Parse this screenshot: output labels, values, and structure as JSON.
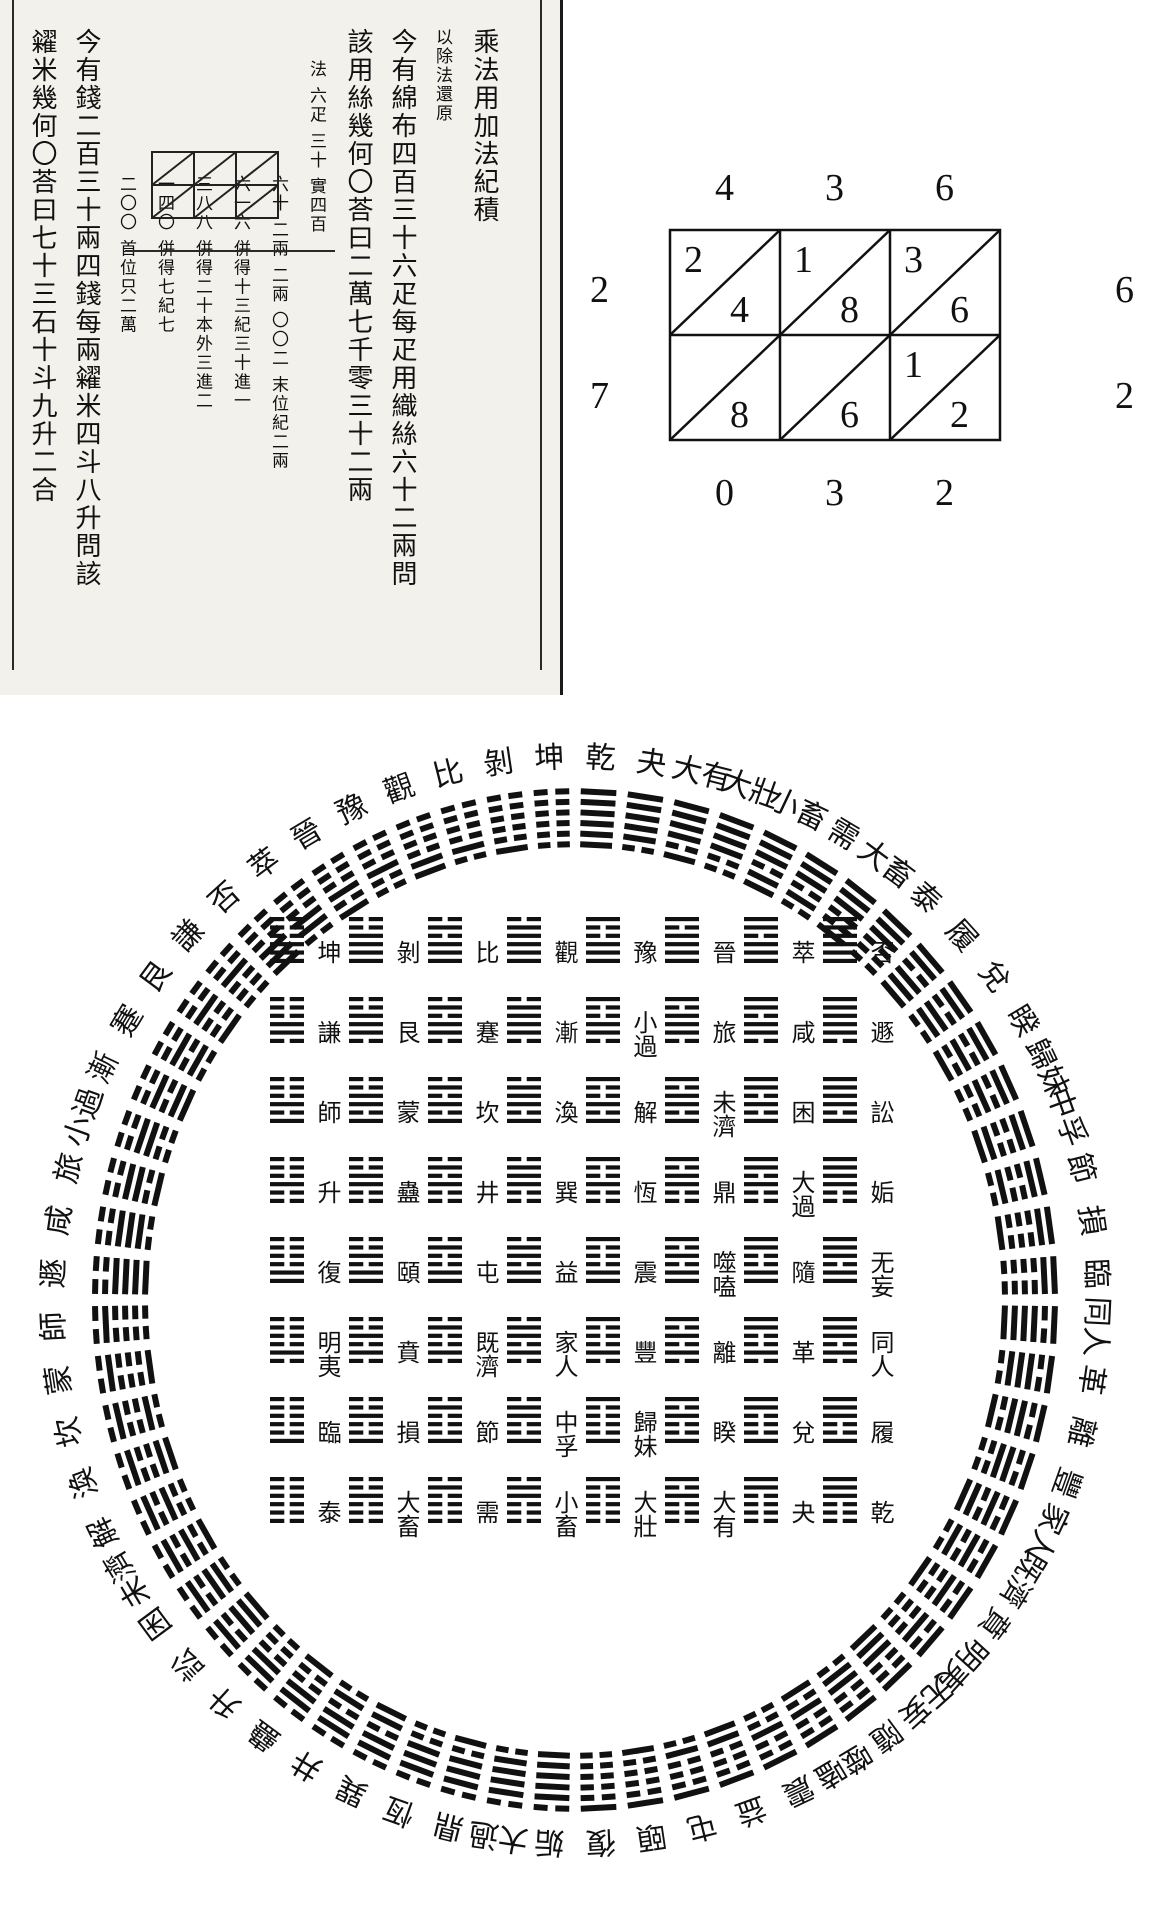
{
  "scan": {
    "columns": [
      {
        "text": "乘法用加法紀積",
        "size": "title"
      },
      {
        "text": "以除法還原",
        "size": "sub"
      },
      {
        "text": "今有綿布四百三十六疋每疋用織絲六十二兩問",
        "size": "title"
      },
      {
        "text": "該用絲幾何〇荅曰二萬七千零三十二兩",
        "size": "title"
      },
      {
        "text": "法 六疋 三十 實四百",
        "size": "sub"
      },
      {
        "text": "六十 二兩 二兩 〇〇二 末位紀二兩",
        "size": "sub"
      },
      {
        "text": "六一六 併得十三紀三十進一",
        "size": "sub"
      },
      {
        "text": "三八八 併得二十本外三進二",
        "size": "sub"
      },
      {
        "text": "一四〇 併得七紀七",
        "size": "sub"
      },
      {
        "text": "二〇〇 首位只二萬",
        "size": "sub"
      },
      {
        "text": "今有錢二百三十兩四錢每兩糴米四斗八升問該",
        "size": "title"
      },
      {
        "text": "糴米幾何〇荅曰七十三石十斗九升二合",
        "size": "title"
      }
    ]
  },
  "lattice": {
    "top_digits": [
      "4",
      "3",
      "6"
    ],
    "right_digits": [
      "2",
      "7"
    ],
    "right_outer": [
      "6",
      "2"
    ],
    "left_digits": [
      "2",
      "7"
    ],
    "bottom_digits": [
      "0",
      "3",
      "2"
    ],
    "cells": [
      [
        {
          "tl": "2",
          "br": "4"
        },
        {
          "tl": "1",
          "br": "8"
        },
        {
          "tl": "3",
          "br": "6"
        }
      ],
      [
        {
          "tl": "",
          "br": "8"
        },
        {
          "tl": "",
          "br": "6"
        },
        {
          "tl": "1",
          "br": "2"
        }
      ]
    ]
  },
  "hexagrams": {
    "ring_names": [
      "乾",
      "夬",
      "大有",
      "大壯",
      "小畜",
      "需",
      "大畜",
      "泰",
      "履",
      "兌",
      "睽",
      "歸妹",
      "中孚",
      "節",
      "損",
      "臨",
      "同人",
      "革",
      "離",
      "豐",
      "家人",
      "既濟",
      "賁",
      "明夷",
      "无妄",
      "隨",
      "噬嗑",
      "震",
      "益",
      "屯",
      "頤",
      "復",
      "姤",
      "大過",
      "鼎",
      "恆",
      "巽",
      "井",
      "蠱",
      "升",
      "訟",
      "困",
      "未濟",
      "解",
      "渙",
      "坎",
      "蒙",
      "師",
      "遯",
      "咸",
      "旅",
      "小過",
      "漸",
      "蹇",
      "艮",
      "謙",
      "否",
      "萃",
      "晉",
      "豫",
      "觀",
      "比",
      "剝",
      "坤"
    ],
    "grid_columns": [
      [
        "否",
        "遯",
        "訟",
        "姤",
        "无妄",
        "同人",
        "履",
        "乾"
      ],
      [
        "萃",
        "咸",
        "困",
        "大過",
        "隨",
        "革",
        "兌",
        "夬"
      ],
      [
        "晉",
        "旅",
        "未濟",
        "鼎",
        "噬嗑",
        "離",
        "睽",
        "大有"
      ],
      [
        "豫",
        "小過",
        "解",
        "恆",
        "震",
        "豐",
        "歸妹",
        "大壯"
      ],
      [
        "觀",
        "漸",
        "渙",
        "巽",
        "益",
        "家人",
        "中孚",
        "小畜"
      ],
      [
        "比",
        "蹇",
        "坎",
        "井",
        "屯",
        "既濟",
        "節",
        "需"
      ],
      [
        "剝",
        "艮",
        "蒙",
        "蠱",
        "頤",
        "賁",
        "損",
        "大畜"
      ],
      [
        "坤",
        "謙",
        "師",
        "升",
        "復",
        "明夷",
        "臨",
        "泰"
      ]
    ]
  }
}
